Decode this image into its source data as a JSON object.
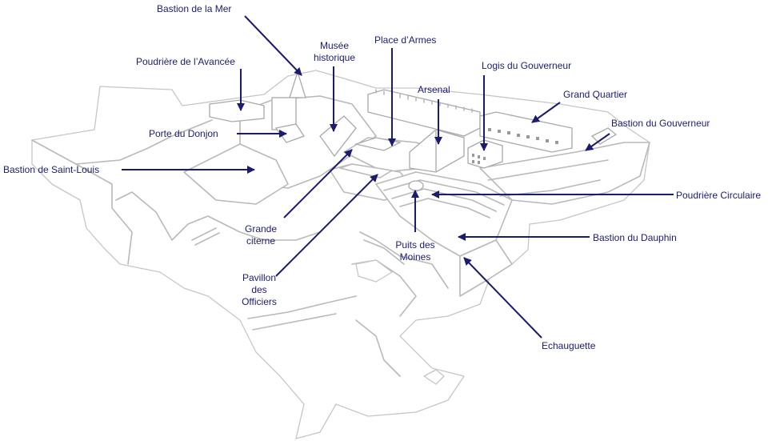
{
  "colors": {
    "label": "#1c1c6e",
    "outline": "#b9b9b9",
    "background": "#ffffff"
  },
  "labels": {
    "bastion_mer": "Bastion de la Mer",
    "poudriere_avancee": "Poudrière de l’Avancée",
    "musee_line1": "Musée",
    "musee_line2": "historique",
    "place_armes": "Place d’Armes",
    "logis_gouverneur": "Logis du Gouverneur",
    "arsenal": "Arsenal",
    "grand_quartier": "Grand Quartier",
    "bastion_gouverneur": "Bastion du Gouverneur",
    "porte_donjon": "Porte du Donjon",
    "bastion_saint_louis": "Bastion de Saint-Louis",
    "poudriere_circulaire": "Poudrière Circulaire",
    "grande_citerne_line1": "Grande",
    "grande_citerne_line2": "citerne",
    "bastion_dauphin": "Bastion du Dauphin",
    "puits_moines_line1": "Puits des",
    "puits_moines_line2": "Moines",
    "pavillon_line1": "Pavillon",
    "pavillon_line2": "des",
    "pavillon_line3": "Officiers",
    "echauguette": "Echauguette"
  }
}
